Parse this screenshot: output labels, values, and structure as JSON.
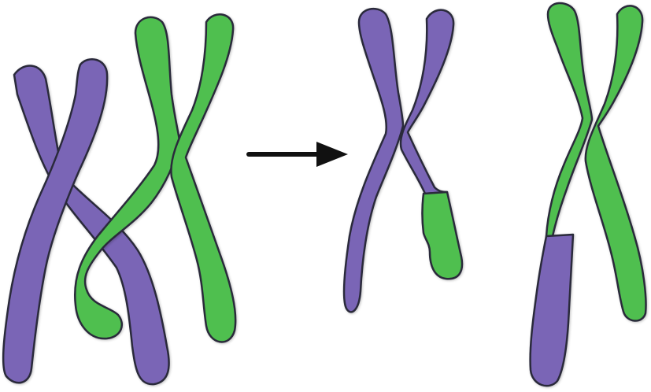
{
  "colors": {
    "background": "#ffffff",
    "purple": "#7a65b6",
    "purple_dark": "#5f4a9c",
    "green": "#4fbf4f",
    "green_dark": "#2e9e36",
    "outline": "#2a2a3a",
    "arrow": "#111111"
  },
  "figure": {
    "stages": [
      {
        "name": "before-crossing-over",
        "chromosomes": [
          "purple",
          "green"
        ]
      },
      {
        "name": "after-crossing-over",
        "chromosomes": [
          "purple-with-green-tip",
          "green-with-purple-tip"
        ]
      }
    ],
    "arrow_direction": "right"
  }
}
